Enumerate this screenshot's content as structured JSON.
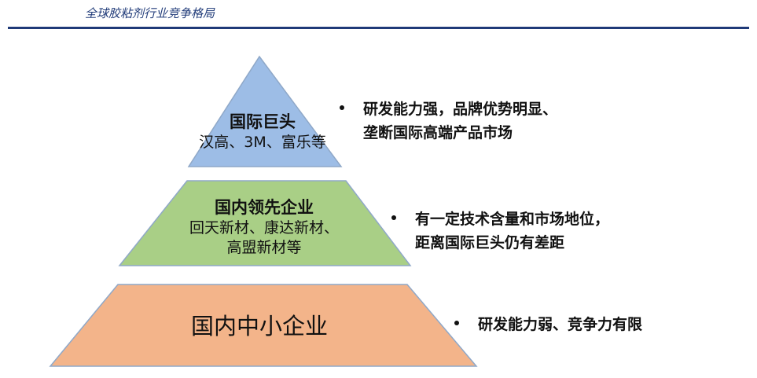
{
  "header": {
    "title": "全球胶粘剂行业竞争格局"
  },
  "pyramid": {
    "tiers": [
      {
        "name": "国际巨头",
        "examples": [
          "汉高、3M、富乐等"
        ],
        "color": "#9dbde6",
        "description": [
          "研发能力强，品牌优势明显、",
          "垄断国际高端产品市场"
        ]
      },
      {
        "name": "国内领先企业",
        "examples": [
          "回天新材、康达新材、",
          "高盟新材等"
        ],
        "color": "#a9cf86",
        "description": [
          "有一定技术含量和市场地位，",
          "距离国际巨头仍有差距"
        ]
      },
      {
        "name": "国内中小企业",
        "examples": [],
        "color": "#f3b48a",
        "description": [
          "研发能力弱、竞争力有限"
        ]
      }
    ]
  }
}
